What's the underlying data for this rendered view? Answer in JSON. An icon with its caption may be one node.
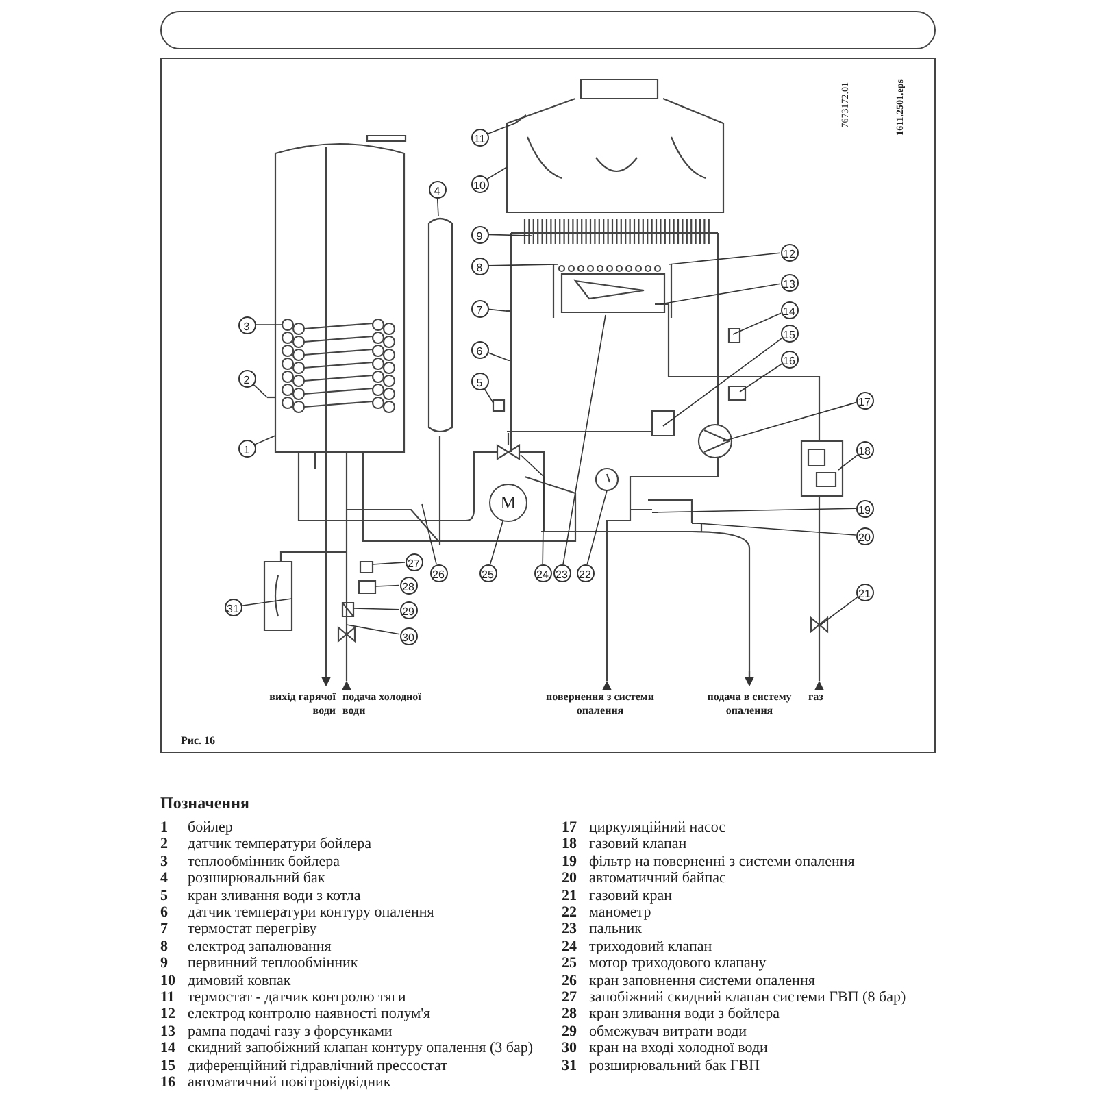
{
  "diagram": {
    "nodes": [
      {
        "text": [],
        "shape": "box"
      },
      {
        "text": [
          "1"
        ]
      },
      {
        "text": [
          "2"
        ]
      },
      {
        "text": [
          "3"
        ]
      },
      {
        "text": [
          "4"
        ]
      },
      {
        "text": [
          "5"
        ]
      },
      {
        "text": [
          "6"
        ]
      },
      {
        "text": [
          "7"
        ]
      },
      {
        "text": [
          "8"
        ]
      },
      {
        "text": [
          "9"
        ]
      },
      {
        "text": [
          "10"
        ]
      },
      {
        "text": [
          "11"
        ]
      },
      {
        "text": [
          "12"
        ]
      },
      {
        "text": [
          "13"
        ]
      },
      {
        "text": [
          "14"
        ]
      },
      {
        "text": [
          "15"
        ]
      },
      {
        "text": [
          "16"
        ]
      },
      {
        "text": [
          "17"
        ]
      },
      {
        "text": [
          "18"
        ]
      },
      {
        "text": [
          "19"
        ]
      },
      {
        "text": [
          "20"
        ]
      },
      {
        "text": [
          "21"
        ]
      },
      {
        "text": [
          "22"
        ]
      },
      {
        "text": [
          "23"
        ]
      },
      {
        "text": [
          "24"
        ]
      },
      {
        "text": [
          "25"
        ]
      },
      {
        "text": [
          "26"
        ]
      },
      {
        "text": [
          "27"
        ]
      },
      {
        "text": [
          "28"
        ]
      },
      {
        "text": [
          "29"
        ]
      },
      {
        "text": [
          "30"
        ]
      },
      {
        "text": [
          "31"
        ]
      },
      {
        "text": [
          "M"
        ]
      }
    ],
    "edges": [
      {
        "from": 1,
        "to": null,
        "arrow": "none"
      },
      {
        "from": 2,
        "to": null,
        "arrow": "none"
      },
      {
        "from": 3,
        "to": null,
        "arrow": "none"
      },
      {
        "from": 4,
        "to": null,
        "arrow": "none"
      },
      {
        "from": 5,
        "to": null,
        "arrow": "none"
      },
      {
        "from": 6,
        "to": null,
        "arrow": "none"
      },
      {
        "from": 7,
        "to": null,
        "arrow": "none"
      },
      {
        "from": 8,
        "to": null,
        "arrow": "none"
      },
      {
        "from": 9,
        "to": null,
        "arrow": "none"
      },
      {
        "from": 10,
        "to": null,
        "arrow": "none"
      },
      {
        "from": 11,
        "to": null,
        "arrow": "none"
      },
      {
        "from": 12,
        "to": null,
        "arrow": "none"
      },
      {
        "from": 13,
        "to": null,
        "arrow": "none"
      },
      {
        "from": 14,
        "to": null,
        "arrow": "none"
      },
      {
        "from": 15,
        "to": null,
        "arrow": "none"
      },
      {
        "from": 16,
        "to": null,
        "arrow": "none"
      },
      {
        "from": 17,
        "to": null,
        "arrow": "none"
      },
      {
        "from": 18,
        "to": null,
        "arrow": "none"
      },
      {
        "from": 19,
        "to": null,
        "arrow": "none"
      },
      {
        "from": 20,
        "to": null,
        "arrow": "none"
      },
      {
        "from": 21,
        "to": null,
        "arrow": "none"
      },
      {
        "from": 22,
        "to": null,
        "arrow": "none"
      },
      {
        "from": 23,
        "to": null,
        "arrow": "none"
      },
      {
        "from": 24,
        "to": null,
        "arrow": "none"
      },
      {
        "from": 25,
        "to": 32,
        "arrow": "none"
      },
      {
        "from": 26,
        "to": null,
        "arrow": "none"
      },
      {
        "from": 27,
        "to": null,
        "arrow": "none"
      },
      {
        "from": 28,
        "to": null,
        "arrow": "none"
      },
      {
        "from": 29,
        "to": null,
        "arrow": "none"
      },
      {
        "from": 30,
        "to": null,
        "arrow": "none"
      },
      {
        "from": 31,
        "to": null,
        "arrow": "none"
      }
    ],
    "labels": [
      "7673172.01",
      "1611.2501.eps",
      "вихід гарячої води",
      "подача холодної води",
      "повернення з системи опалення",
      "подача в систему опалення",
      "газ",
      "Рис. 16",
      "Позначення",
      "1",
      "бойлер",
      "2",
      "датчик температури бойлера",
      "3",
      "теплообмінник бойлера",
      "4",
      "розширювальний бак",
      "5",
      "кран зливання води з котла",
      "6",
      "датчик температури контуру опалення",
      "7",
      "термостат перегріву",
      "8",
      "електрод запалювання",
      "9",
      "первинний теплообмінник",
      "10",
      "димовий ковпак",
      "11",
      "термостат - датчик контролю тяги",
      "12",
      "електрод контролю наявності полум'я",
      "13",
      "рампа подачі газу з форсунками",
      "14",
      "скидний запобіжний клапан контуру опалення (3 бар)",
      "15",
      "диференційний гідравлічний прессостат",
      "16",
      "автоматичний повітровідвідник",
      "17",
      "циркуляційний насос",
      "18",
      "газовий клапан",
      "19",
      "фільтр на поверненні з системи опалення",
      "20",
      "автоматичний байпас",
      "21",
      "газовий кран",
      "22",
      "манометр",
      "23",
      "пальник",
      "24",
      "триходовий клапан",
      "25",
      "мотор триходового клапану",
      "26",
      "кран заповнення системи опалення",
      "27",
      "запобіжний скидний клапан системи ГВП (8 бар)",
      "28",
      "кран зливання води з бойлера",
      "29",
      "обмежувач витрати води",
      "30",
      "кран на вході холодної води",
      "31",
      "розширювальний бак ГВП"
    ]
  }
}
